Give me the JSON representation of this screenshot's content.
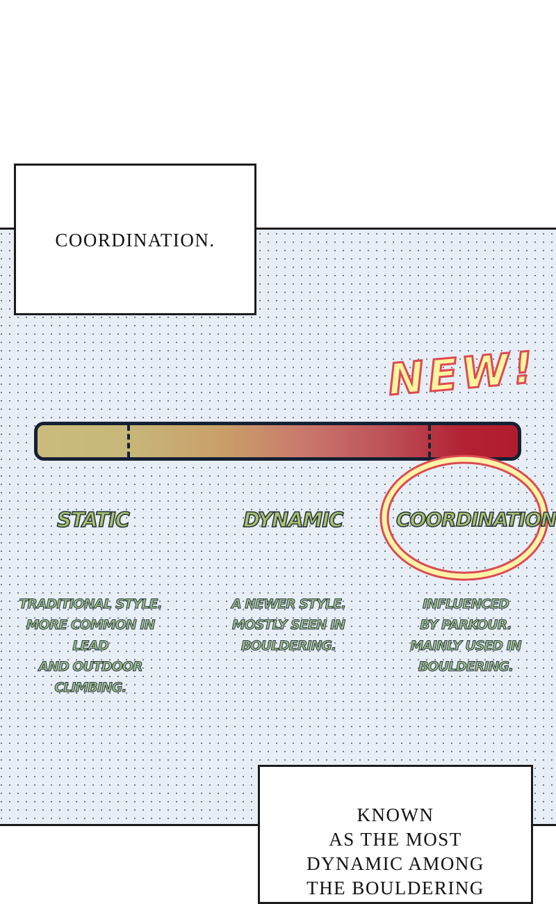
{
  "captions": {
    "top": "COORDINATION.",
    "bottom": "KNOWN\nAS THE MOST\nDYNAMIC AMONG\nTHE BOULDERING"
  },
  "scale": {
    "levels": [
      "STATIC",
      "DYNAMIC",
      "COORDINATION"
    ],
    "descriptions": [
      "TRADITIONAL STYLE.\nMORE COMMON IN LEAD\nAND OUTDOOR CLIMBING.",
      "A NEWER STYLE.\nMOSTLY SEEN IN\nBOULDERING.",
      "INFLUENCED\nBY PARKOUR.\nMAINLY USED IN\nBOULDERING."
    ],
    "highlight_text": "NEW!"
  },
  "colors": {
    "bar_start": "#c9bc7c",
    "bar_end": "#b11c2c",
    "label_fill": "#a9c36e",
    "highlight": "#fff59e",
    "highlight_outline": "#dc4a52"
  }
}
